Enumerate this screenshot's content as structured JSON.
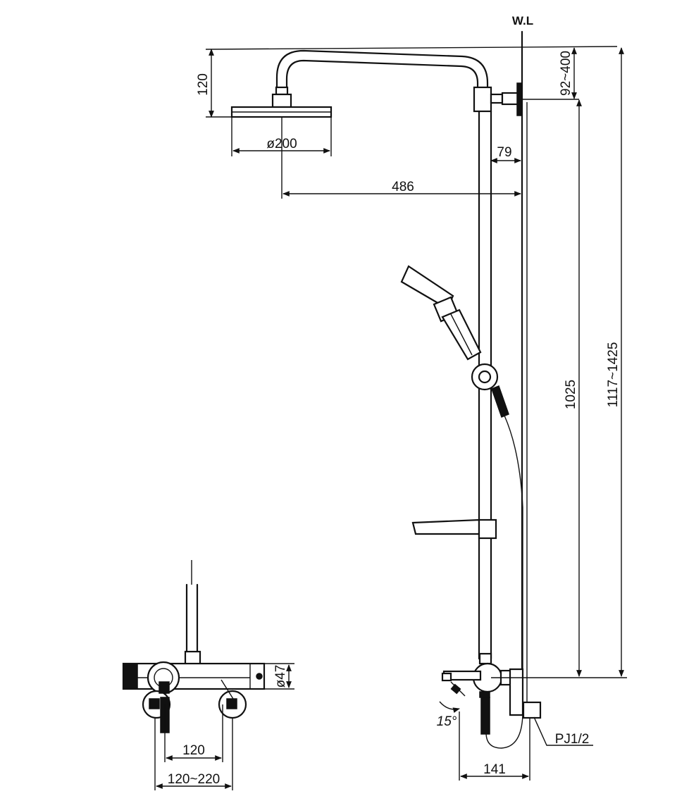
{
  "labels": {
    "water_line": "W.L",
    "dim_head_drop": "120",
    "dim_head_diameter": "ø200",
    "dim_arm_offset": "92~400",
    "dim_wall_to_pipe": "79",
    "dim_arm_reach": "486",
    "dim_height_1025": "1025",
    "dim_height_total": "1117~1425",
    "dim_body_diameter": "ø47",
    "dim_inlet_center": "120",
    "dim_inlet_range": "120~220",
    "dim_lever_angle": "15°",
    "dim_thread": "PJ1/2",
    "dim_depth": "141"
  }
}
